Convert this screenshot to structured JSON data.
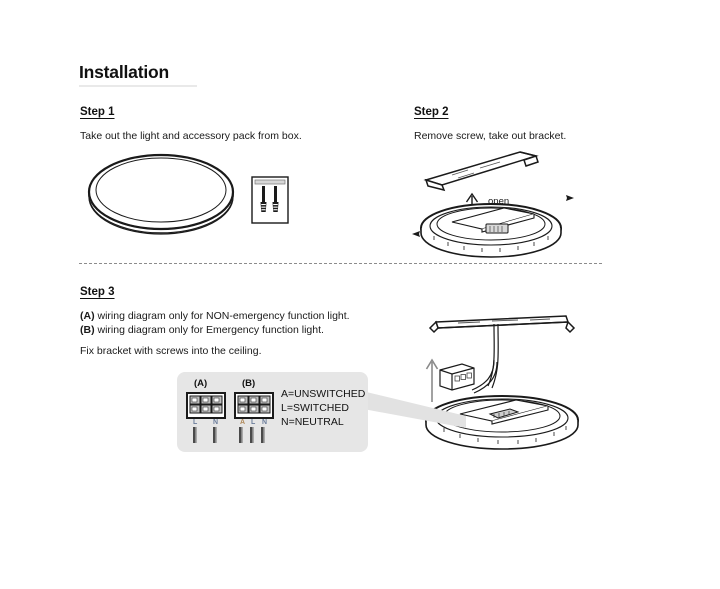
{
  "document": {
    "title": "Installation"
  },
  "steps": [
    {
      "id": "step-1",
      "heading": "Step 1",
      "text": "Take out the light and accessory pack from box.",
      "illustrations": [
        "round-ceiling-light",
        "accessory-pack-screws"
      ]
    },
    {
      "id": "step-2",
      "heading": "Step 2",
      "text": "Remove screw, take out bracket.",
      "arrow_label": "open",
      "illustrations": [
        "mounting-bracket-bar",
        "light-base-open"
      ]
    },
    {
      "id": "step-3",
      "heading": "Step 3",
      "line_a_bold": "(A)",
      "line_a_rest": " wiring diagram only for NON-emergency function light.",
      "line_b_bold": "(B)",
      "line_b_rest": " wiring diagram only for Emergency function light.",
      "text": "Fix bracket with screws into the ceiling.",
      "illustrations": [
        "mounting-bracket-with-wires",
        "terminal-block",
        "light-base"
      ]
    }
  ],
  "wiring_detail": {
    "connectors": [
      {
        "label": "(A)",
        "terminals": [
          "L",
          "N"
        ],
        "wire_count": 2
      },
      {
        "label": "(B)",
        "terminals": [
          "A",
          "L",
          "N"
        ],
        "wire_count": 3
      }
    ],
    "legend": [
      "A=UNSWITCHED",
      "L=SWITCHED",
      "N=NEUTRAL"
    ]
  },
  "colors": {
    "ink": "#1a1a1a",
    "panel_bg": "#e6e6e6",
    "callout_wedge": "#e2e2e2",
    "divider": "#8c8c8c",
    "title_rule": "#e9e9e9",
    "wire_dark": "#4a4a4a",
    "wire_light": "#9a9a9a"
  }
}
